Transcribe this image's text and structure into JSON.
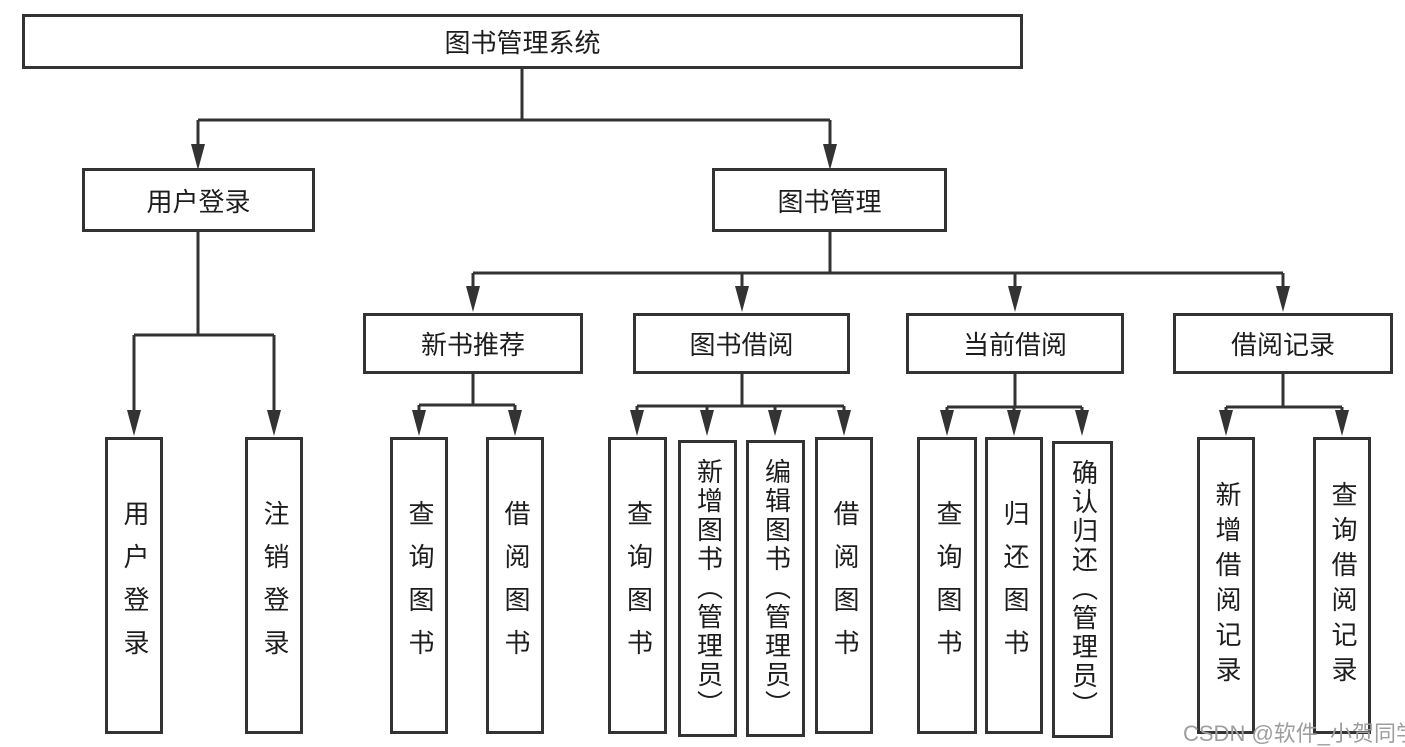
{
  "colors": {
    "line": "#333333",
    "text": "#1d1d1d",
    "background": "#ffffff",
    "watermark": "#9e9e9e"
  },
  "watermark": {
    "text": "CSDN @软件_小贺同学"
  },
  "tree": {
    "label": "图书管理系统",
    "children": [
      {
        "label": "用户登录",
        "children": [
          {
            "label": "用户登录"
          },
          {
            "label": "注销登录"
          }
        ]
      },
      {
        "label": "图书管理",
        "children": [
          {
            "label": "新书推荐",
            "children": [
              {
                "label": "查询图书"
              },
              {
                "label": "借阅图书"
              }
            ]
          },
          {
            "label": "图书借阅",
            "children": [
              {
                "label": "查询图书"
              },
              {
                "label": "新增图书（管理员）"
              },
              {
                "label": "编辑图书（管理员）"
              },
              {
                "label": "借阅图书"
              }
            ]
          },
          {
            "label": "当前借阅",
            "children": [
              {
                "label": "查询图书"
              },
              {
                "label": "归还图书"
              },
              {
                "label": "确认归还（管理员）"
              }
            ]
          },
          {
            "label": "借阅记录",
            "children": [
              {
                "label": "新增借阅记录"
              },
              {
                "label": "查询借阅记录"
              }
            ]
          }
        ]
      }
    ]
  }
}
